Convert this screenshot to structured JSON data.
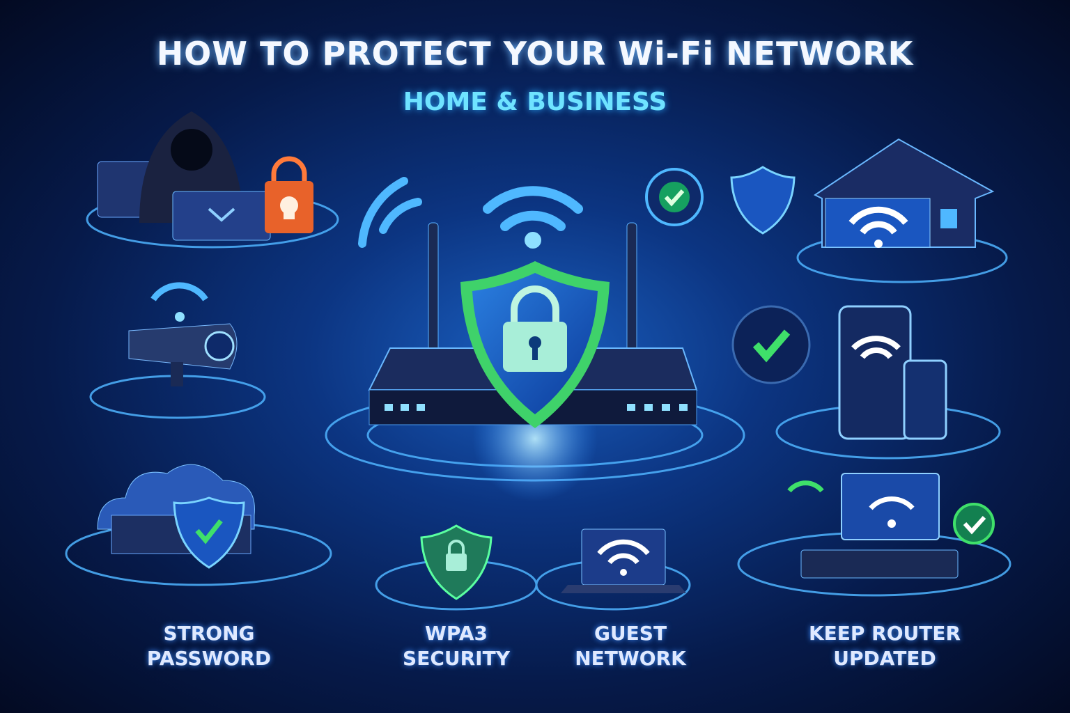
{
  "header": {
    "title": "HOW TO PROTECT YOUR Wi-Fi NETWORK",
    "subtitle": "HOME & BUSINESS"
  },
  "labels": [
    {
      "line1": "STRONG",
      "line2": "PASSWORD"
    },
    {
      "line1": "WPA3",
      "line2": "SECURITY"
    },
    {
      "line1": "GUEST",
      "line2": "NETWORK"
    },
    {
      "line1": "KEEP ROUTER",
      "line2": "UPDATED"
    }
  ],
  "colors": {
    "accent": "#6fe3ff",
    "safe": "#3fe06a",
    "threat": "#ff6a2a",
    "glow": "#4aa8ff"
  }
}
